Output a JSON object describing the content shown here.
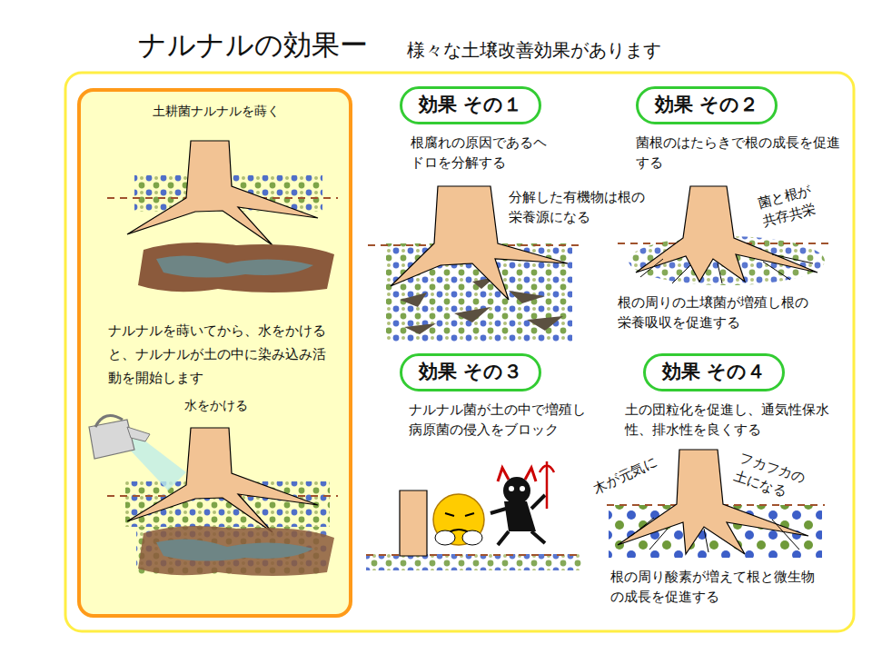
{
  "diagram": {
    "title": "ナルナルの効果ー",
    "nodes": [
      {
        "text": [
          "土耕菌ナルナルを蒔く",
          "ナルナルを蒔いてから、水をかけると、ナルナルが土の中に染み込み活動を開始します",
          "水をかける"
        ]
      },
      {
        "text": [
          "効果 その１"
        ]
      },
      {
        "text": [
          "効果 その２"
        ]
      },
      {
        "text": [
          "効果 その３"
        ]
      },
      {
        "text": [
          "効果 その４"
        ]
      }
    ],
    "labels": [
      "様々な土壌改善効果があります",
      "根腐れの原因であるヘドロを分解する",
      "分解した有機物は根の栄養源になる",
      "菌根のはたらきで根の成長を促進する",
      "菌と根が共存共栄",
      "根の周りの土壌菌が増殖し根の栄養吸収を促進する",
      "ナルナル菌が土の中で増殖し病原菌の侵入をブロック",
      "土の団粒化を促進し、通気性保水性、排水性を良くする",
      "木が元気に",
      "フカフカの土になる",
      "根の周り酸素が増えて根と微生物の成長を促進する"
    ]
  }
}
